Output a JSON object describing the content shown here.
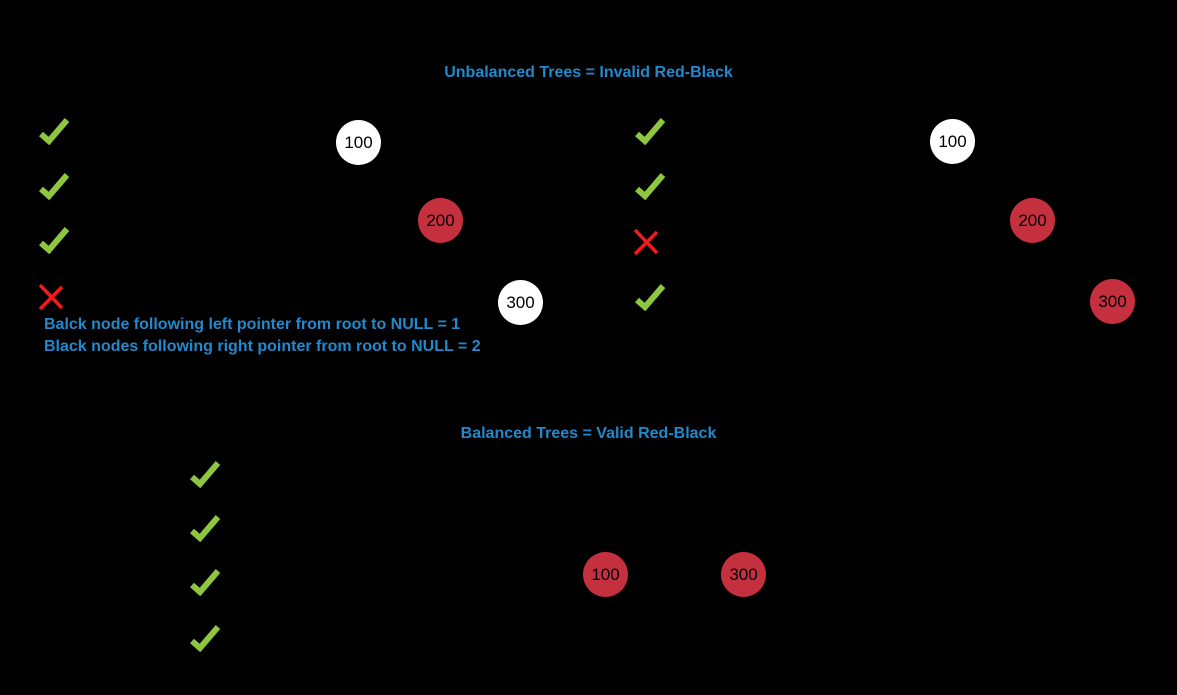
{
  "colors": {
    "background": "#000000",
    "text_blue": "#2289cc",
    "node_red": "#c5303e",
    "node_white": "#ffffff",
    "check_green": "#8ec63f",
    "cross_red": "#ee1c1c"
  },
  "sections": {
    "unbalanced": {
      "title": "Unbalanced Trees = Invalid Red-Black",
      "left_tree": {
        "checklist": [
          "check",
          "check",
          "check",
          "cross"
        ],
        "nodes": [
          {
            "value": "100",
            "color": "white"
          },
          {
            "value": "200",
            "color": "red"
          },
          {
            "value": "300",
            "color": "white"
          }
        ]
      },
      "right_tree": {
        "checklist": [
          "check",
          "check",
          "cross",
          "check"
        ],
        "nodes": [
          {
            "value": "100",
            "color": "white"
          },
          {
            "value": "200",
            "color": "red"
          },
          {
            "value": "300",
            "color": "red"
          }
        ]
      },
      "note_lines": [
        "Balck node following left pointer from root to NULL = 1",
        "Black nodes following right pointer from root to NULL = 2"
      ]
    },
    "balanced": {
      "title": "Balanced Trees = Valid Red-Black",
      "checklist": [
        "check",
        "check",
        "check",
        "check"
      ],
      "nodes": [
        {
          "value": "100",
          "color": "red"
        },
        {
          "value": "300",
          "color": "red"
        }
      ]
    }
  }
}
